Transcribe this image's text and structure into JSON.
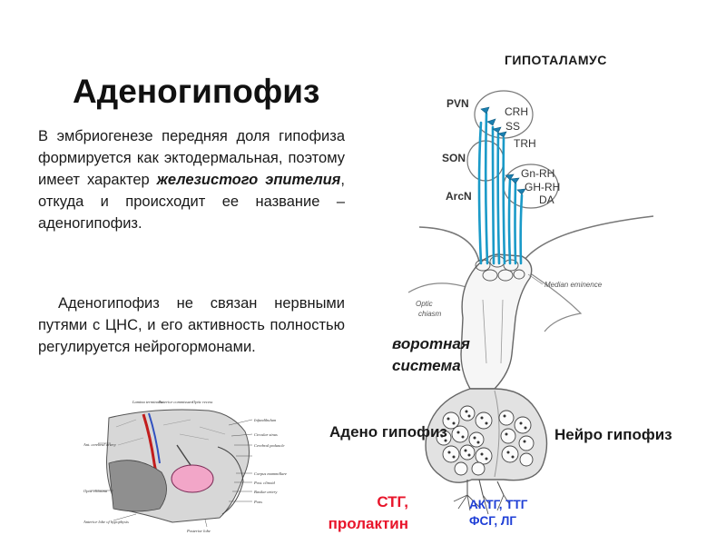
{
  "title": "Аденогипофиз",
  "header": "ГИПОТАЛАМУС",
  "paragraph1": {
    "part1": "В эмбриогенезе передняя доля гипофиза формируется как эктодермальная, поэтому имеет характер ",
    "bold": "железистого эпителия",
    "part2": ", откуда и происходит ее название – аденогипофиз."
  },
  "paragraph2": "Аденогипофиз не связан нервными путями с ЦНС, и его активность полностью регулируется нейрогормонами.",
  "labels": {
    "portal": "воротная система",
    "adeno": "Адено гипофиз",
    "neuro": "Нейро гипофиз",
    "adeno_hormones": "СТГ, пролактин",
    "neuro_hormones_line1": "АКТГ, ТТГ",
    "neuro_hormones_line2": "ФСГ, ЛГ"
  },
  "nuclei": [
    "PVN",
    "SON",
    "ArcN"
  ],
  "releasing_hormones": [
    "CRH",
    "SS",
    "TRH",
    "Gn-RH",
    "GH-RH",
    "DA"
  ],
  "diagram_labels": {
    "median_eminence": "Median eminence",
    "optic_chiasm_1": "Optic",
    "optic_chiasm_2": "chiasm"
  },
  "atlas_labels": [
    "Lamina terminalis",
    "Anterior commissure",
    "Optic recess",
    "Infundibulum",
    "Circular sinus",
    "Cerebral peduncle",
    "Corpus mammillare",
    "Post. clinoid",
    "Basilar artery",
    "Pons",
    "Posterior lobe",
    "Ant. cerebral artery",
    "Optic chiasma",
    "Anterior lobe of hypophysis"
  ],
  "colors": {
    "axon": "#1a9ac8",
    "red": "#e8152b",
    "blue": "#1f3fd6",
    "gland_fill": "#e2e2e2",
    "atlas_pink": "#f2a6c8"
  }
}
